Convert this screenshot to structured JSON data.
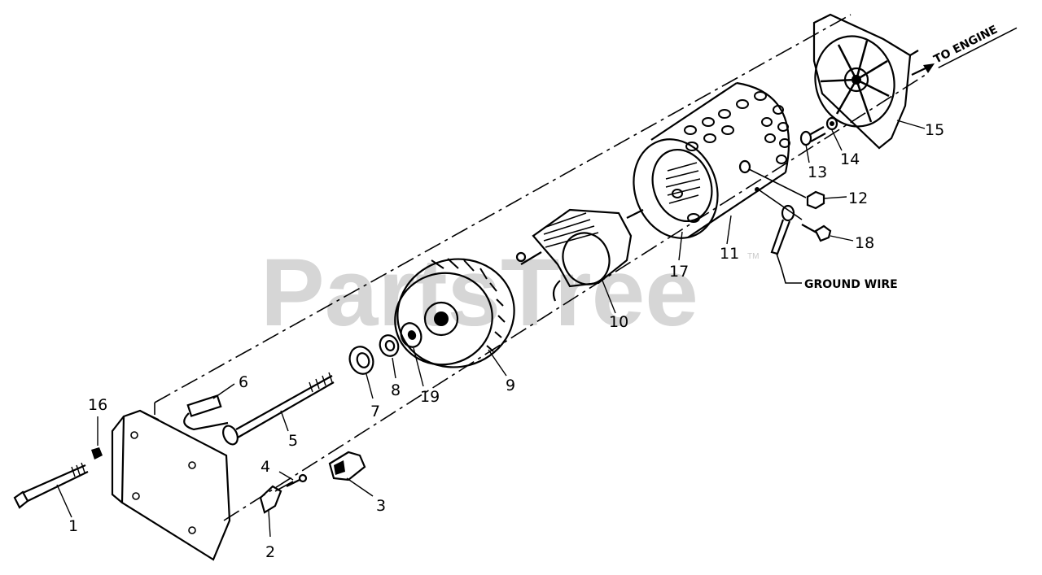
{
  "watermark": "PartsTree",
  "trademark": "TM",
  "notes": {
    "to_engine": "TO ENGINE",
    "ground_wire": "GROUND WIRE"
  },
  "parts": [
    {
      "id": "p1",
      "label": "1"
    },
    {
      "id": "p2",
      "label": "2"
    },
    {
      "id": "p3",
      "label": "3"
    },
    {
      "id": "p4",
      "label": "4"
    },
    {
      "id": "p5",
      "label": "5"
    },
    {
      "id": "p6",
      "label": "6"
    },
    {
      "id": "p7",
      "label": "7"
    },
    {
      "id": "p8",
      "label": "8"
    },
    {
      "id": "p9",
      "label": "9"
    },
    {
      "id": "p10",
      "label": "10"
    },
    {
      "id": "p11",
      "label": "11"
    },
    {
      "id": "p12",
      "label": "12"
    },
    {
      "id": "p13",
      "label": "13"
    },
    {
      "id": "p14",
      "label": "14"
    },
    {
      "id": "p15",
      "label": "15"
    },
    {
      "id": "p16",
      "label": "16"
    },
    {
      "id": "p17",
      "label": "17"
    },
    {
      "id": "p18",
      "label": "18"
    },
    {
      "id": "p19",
      "label": "19"
    }
  ]
}
